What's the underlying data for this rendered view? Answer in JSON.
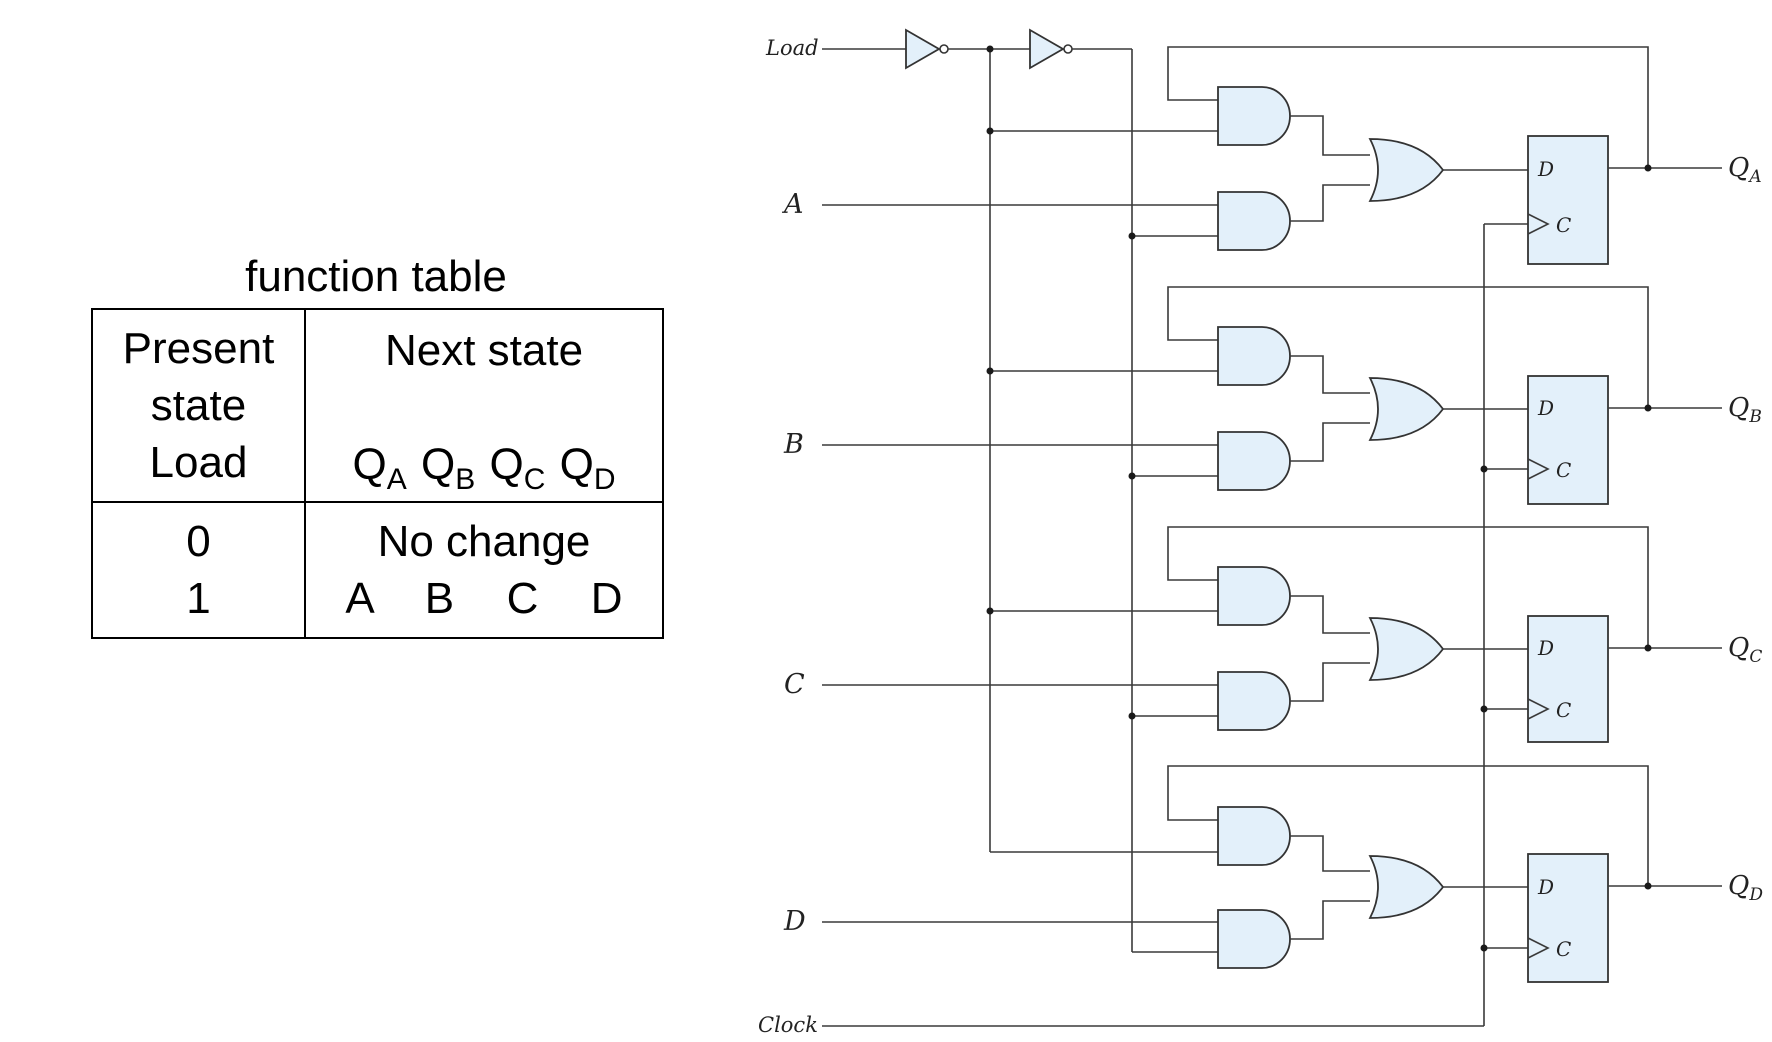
{
  "table": {
    "caption": "function table",
    "header_left": [
      "Present",
      "state",
      "Load"
    ],
    "header_right_title": "Next state",
    "outputs": [
      {
        "q": "Q",
        "sub": "A"
      },
      {
        "q": "Q",
        "sub": "B"
      },
      {
        "q": "Q",
        "sub": "C"
      },
      {
        "q": "Q",
        "sub": "D"
      }
    ],
    "rows": [
      {
        "load": "0",
        "next": "No change"
      },
      {
        "load": "1",
        "next": "A  B  C  D"
      }
    ]
  },
  "diagram": {
    "load_label": "Load",
    "clock_label": "Clock",
    "inputs": [
      "A",
      "B",
      "C",
      "D"
    ],
    "ff_d_label": "D",
    "ff_c_label": "C",
    "outputs": [
      {
        "q": "Q",
        "sub": "A"
      },
      {
        "q": "Q",
        "sub": "B"
      },
      {
        "q": "Q",
        "sub": "C"
      },
      {
        "q": "Q",
        "sub": "D"
      }
    ],
    "colors": {
      "gate_fill": "#e3f0fa",
      "wire": "#3a3a3a"
    }
  }
}
